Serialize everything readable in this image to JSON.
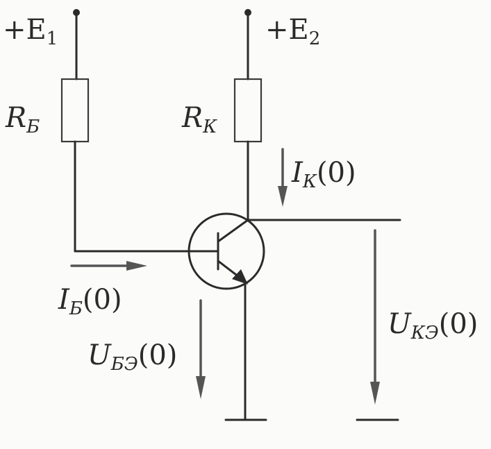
{
  "labels": {
    "supply1": {
      "main": "+E",
      "sub": "1"
    },
    "supply2": {
      "main": "+E",
      "sub": "2"
    },
    "rb": {
      "main": "R",
      "sub": "Б"
    },
    "rk": {
      "main": "R",
      "sub": "К"
    },
    "ik": {
      "main": "I",
      "sub": "К",
      "tail": "(0)"
    },
    "ib": {
      "main": "I",
      "sub": "Б",
      "tail": "(0)"
    },
    "ube": {
      "main": "U",
      "sub": "БЭ",
      "tail": "(0)"
    },
    "uke": {
      "main": "U",
      "sub": "КЭ",
      "tail": "(0)"
    }
  }
}
